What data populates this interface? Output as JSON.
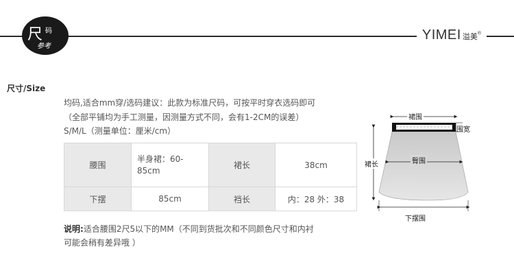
{
  "header": {
    "badge_big": "尺",
    "badge_small1": "码",
    "badge_small2": "参考",
    "brand_en": "YIMEI",
    "brand_cn": "溢美",
    "brand_reg": "®"
  },
  "section_title": "尺寸/Size",
  "description": [
    "均码,适合mm穿/选码建议：此款为标准尺码，可按平时穿衣选码即可",
    "（全部平铺均为手工测量，因测量方式不同，会有1-2CM的误差）",
    "S/M/L（测量单位：厘米/cm）"
  ],
  "size_table": {
    "rows": [
      [
        "腰围",
        "半身裙：60-85cm",
        "裙长",
        "38cm"
      ],
      [
        "下摆",
        "85cm",
        "裆长",
        "内：28 外：38"
      ]
    ]
  },
  "note": {
    "label": "说明:",
    "line1": "适合腰围2尺5以下的MM（不同到货批次和不同颜色尺寸和内衬",
    "line2": "可能会稍有差异哦 ）"
  },
  "diagram": {
    "waist_label": "裙围",
    "width_label": "围宽",
    "length_label": "裙长",
    "hip_label": "臀围",
    "hem_label": "下摆围"
  }
}
